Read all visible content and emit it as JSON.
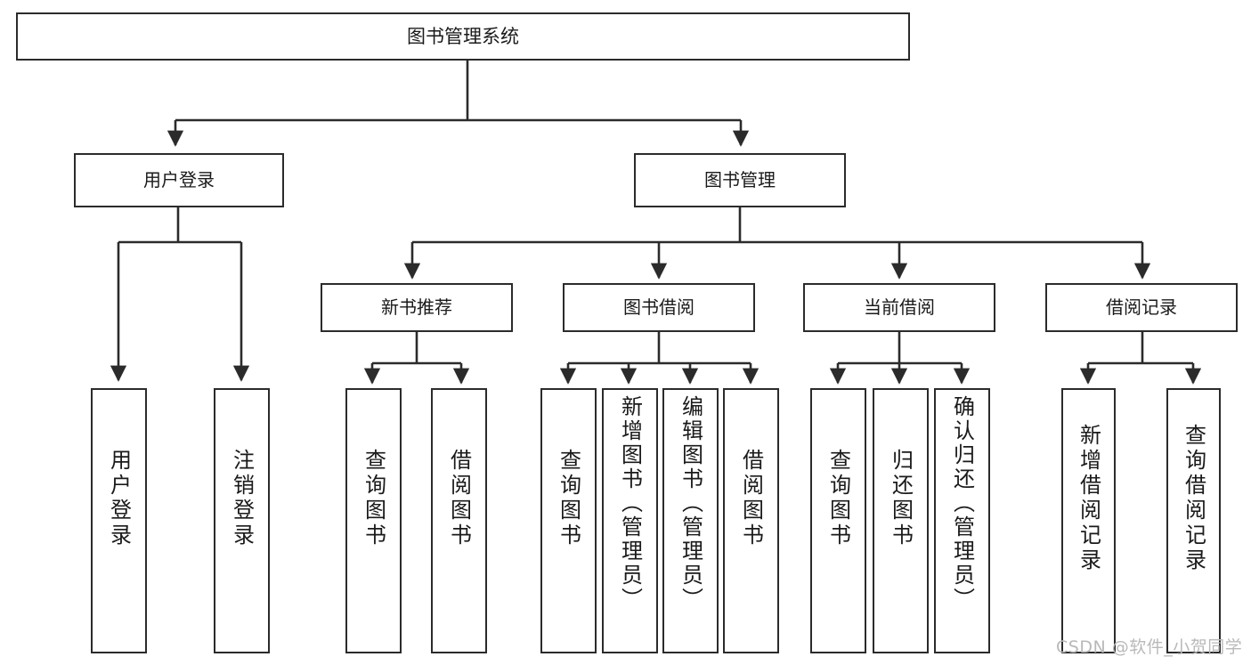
{
  "diagram": {
    "title": "图书管理系统",
    "type": "tree",
    "root": {
      "id": "root",
      "label": "图书管理系统"
    },
    "level2": [
      {
        "id": "user-login",
        "label": "用户登录"
      },
      {
        "id": "book-management",
        "label": "图书管理"
      }
    ],
    "level3": [
      {
        "id": "new-book-recommend",
        "label": "新书推荐",
        "parent": "book-management"
      },
      {
        "id": "book-borrow",
        "label": "图书借阅",
        "parent": "book-management"
      },
      {
        "id": "current-borrow",
        "label": "当前借阅",
        "parent": "book-management"
      },
      {
        "id": "borrow-record",
        "label": "借阅记录",
        "parent": "book-management"
      }
    ],
    "leaves": [
      {
        "id": "leaf-user-login",
        "label": "用户登录",
        "parent": "user-login"
      },
      {
        "id": "leaf-logout",
        "label": "注销登录",
        "parent": "user-login"
      },
      {
        "id": "leaf-query-book-1",
        "label": "查询图书",
        "parent": "new-book-recommend"
      },
      {
        "id": "leaf-borrow-book-1",
        "label": "借阅图书",
        "parent": "new-book-recommend"
      },
      {
        "id": "leaf-query-book-2",
        "label": "查询图书",
        "parent": "book-borrow"
      },
      {
        "id": "leaf-add-book",
        "label": "新增图书（管理员）",
        "parent": "book-borrow"
      },
      {
        "id": "leaf-edit-book",
        "label": "编辑图书（管理员）",
        "parent": "book-borrow"
      },
      {
        "id": "leaf-borrow-book-2",
        "label": "借阅图书",
        "parent": "book-borrow"
      },
      {
        "id": "leaf-query-book-3",
        "label": "查询图书",
        "parent": "current-borrow"
      },
      {
        "id": "leaf-return-book",
        "label": "归还图书",
        "parent": "current-borrow"
      },
      {
        "id": "leaf-confirm-return",
        "label": "确认归还（管理员）",
        "parent": "current-borrow"
      },
      {
        "id": "leaf-add-record",
        "label": "新增借阅记录",
        "parent": "borrow-record"
      },
      {
        "id": "leaf-query-record",
        "label": "查询借阅记录",
        "parent": "borrow-record"
      }
    ],
    "colors": {
      "stroke": "#2b2b2b",
      "fill": "#ffffff",
      "text": "#1a1a1a",
      "watermark": "#b9b9b9"
    }
  },
  "watermark": {
    "text": "CSDN @软件_小贺同学"
  }
}
